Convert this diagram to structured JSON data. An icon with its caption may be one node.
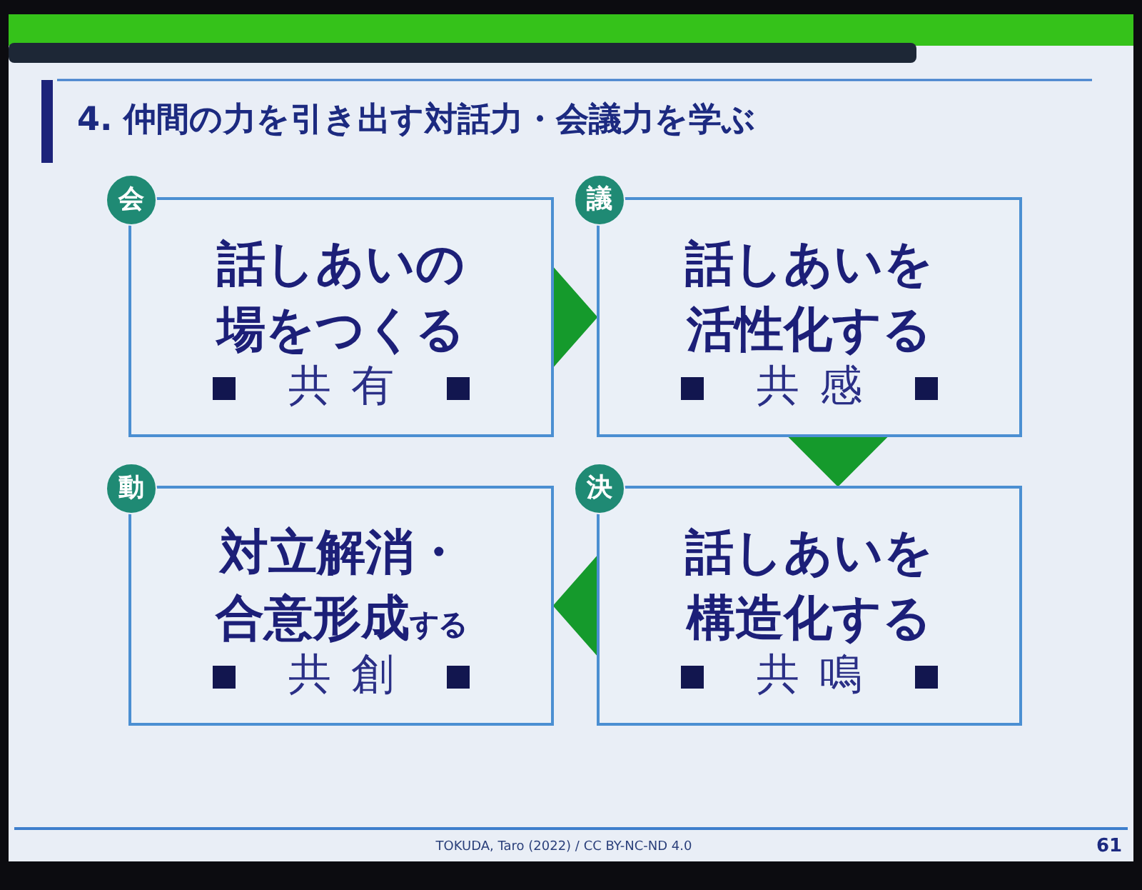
{
  "diagram": {
    "title": "4. 仲間の力を引き出す対話力・会議力を学ぶ",
    "nodes": [
      {
        "text": [
          "会",
          "話しあいの場をつくる",
          "共有"
        ]
      },
      {
        "text": [
          "議",
          "話しあいを活性化する",
          "共感"
        ]
      },
      {
        "text": [
          "動",
          "対立解消・合意形成$_{する}$",
          "共創"
        ]
      },
      {
        "text": [
          "決",
          "話しあいを構造化する",
          "共鳴"
        ]
      }
    ],
    "edges": [
      {
        "from": 0,
        "to": 1,
        "arrow": "to"
      },
      {
        "from": 1,
        "to": 3,
        "arrow": "to"
      },
      {
        "from": 3,
        "to": 2,
        "arrow": "to"
      }
    ],
    "labels": [
      "TOKUDA, Taro (2022) / CC BY-NC-ND 4.0",
      "61"
    ]
  }
}
